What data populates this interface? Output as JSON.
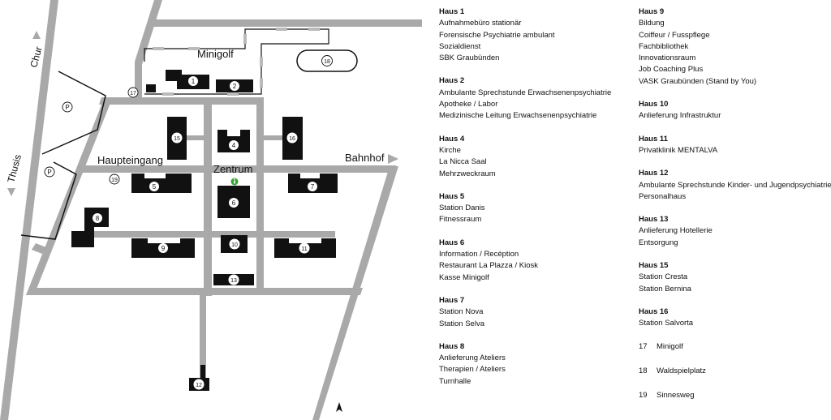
{
  "map": {
    "labels": {
      "chur": "Chur",
      "thusis": "Thusis",
      "minigolf": "Minigolf",
      "haupteingang": "Haupteingang",
      "zentrum": "Zentrum",
      "bahnhof": "Bahnhof",
      "parking": "P"
    },
    "markers": {
      "h1": "1",
      "h2": "2",
      "h4": "4",
      "h5": "5",
      "h6": "6",
      "h7": "7",
      "h8": "8",
      "h9": "9",
      "h10": "10",
      "h11": "11",
      "h12": "12",
      "h13": "13",
      "h15": "15",
      "h16": "16",
      "m17": "17",
      "m18": "18",
      "m19": "19"
    },
    "info_icon": "info-icon",
    "north_icon": "north-arrow-icon",
    "colors": {
      "road": "#a9a9a9",
      "building": "#111111",
      "info": "#3aa13a"
    }
  },
  "legend": {
    "col1": [
      {
        "title": "Haus 1",
        "lines": [
          "Aufnahmebüro stationär",
          "Forensische Psychiatrie ambulant",
          "Sozialdienst",
          "SBK Graubünden"
        ]
      },
      {
        "title": "Haus 2",
        "lines": [
          "Ambulante Sprechstunde Erwachsenenpsychiatrie",
          "Apotheke / Labor",
          "Medizinische Leitung Erwachsenenpsychiatrie"
        ]
      },
      {
        "title": "Haus 4",
        "lines": [
          "Kirche",
          "La Nicca Saal",
          "Mehrzweckraum"
        ]
      },
      {
        "title": "Haus 5",
        "lines": [
          "Station Danis",
          "Fitnessraum"
        ]
      },
      {
        "title": "Haus 6",
        "lines": [
          "Information / Recéption",
          "Restaurant La Plazza / Kiosk",
          "Kasse Minigolf"
        ]
      },
      {
        "title": "Haus 7",
        "lines": [
          "Station Nova",
          "Station Selva"
        ]
      },
      {
        "title": "Haus 8",
        "lines": [
          "Anlieferung Ateliers",
          "Therapien / Ateliers",
          "Turnhalle"
        ]
      }
    ],
    "col2": [
      {
        "title": "Haus 9",
        "lines": [
          "Bildung",
          "Coiffeur / Fusspflege",
          "Fachbibliothek",
          "Innovationsraum",
          "Job Coaching Plus",
          "VASK Graubünden (Stand by You)"
        ]
      },
      {
        "title": "Haus 10",
        "lines": [
          "Anlieferung Infrastruktur"
        ]
      },
      {
        "title": "Haus 11",
        "lines": [
          "Privatklinik MENTALVA"
        ]
      },
      {
        "title": "Haus 12",
        "lines": [
          "Ambulante Sprechstunde Kinder- und Jugendpsychiatrie",
          "Personalhaus"
        ]
      },
      {
        "title": "Haus 13",
        "lines": [
          "Anlieferung Hotellerie",
          "Entsorgung"
        ]
      },
      {
        "title": "Haus 15",
        "lines": [
          "Station Cresta",
          "Station Bernina"
        ]
      },
      {
        "title": "Haus 16",
        "lines": [
          "Station Salvorta"
        ]
      }
    ],
    "extras": [
      {
        "num": "17",
        "label": "Minigolf"
      },
      {
        "num": "18",
        "label": "Waldspielplatz"
      },
      {
        "num": "19",
        "label": "Sinnesweg"
      }
    ]
  }
}
